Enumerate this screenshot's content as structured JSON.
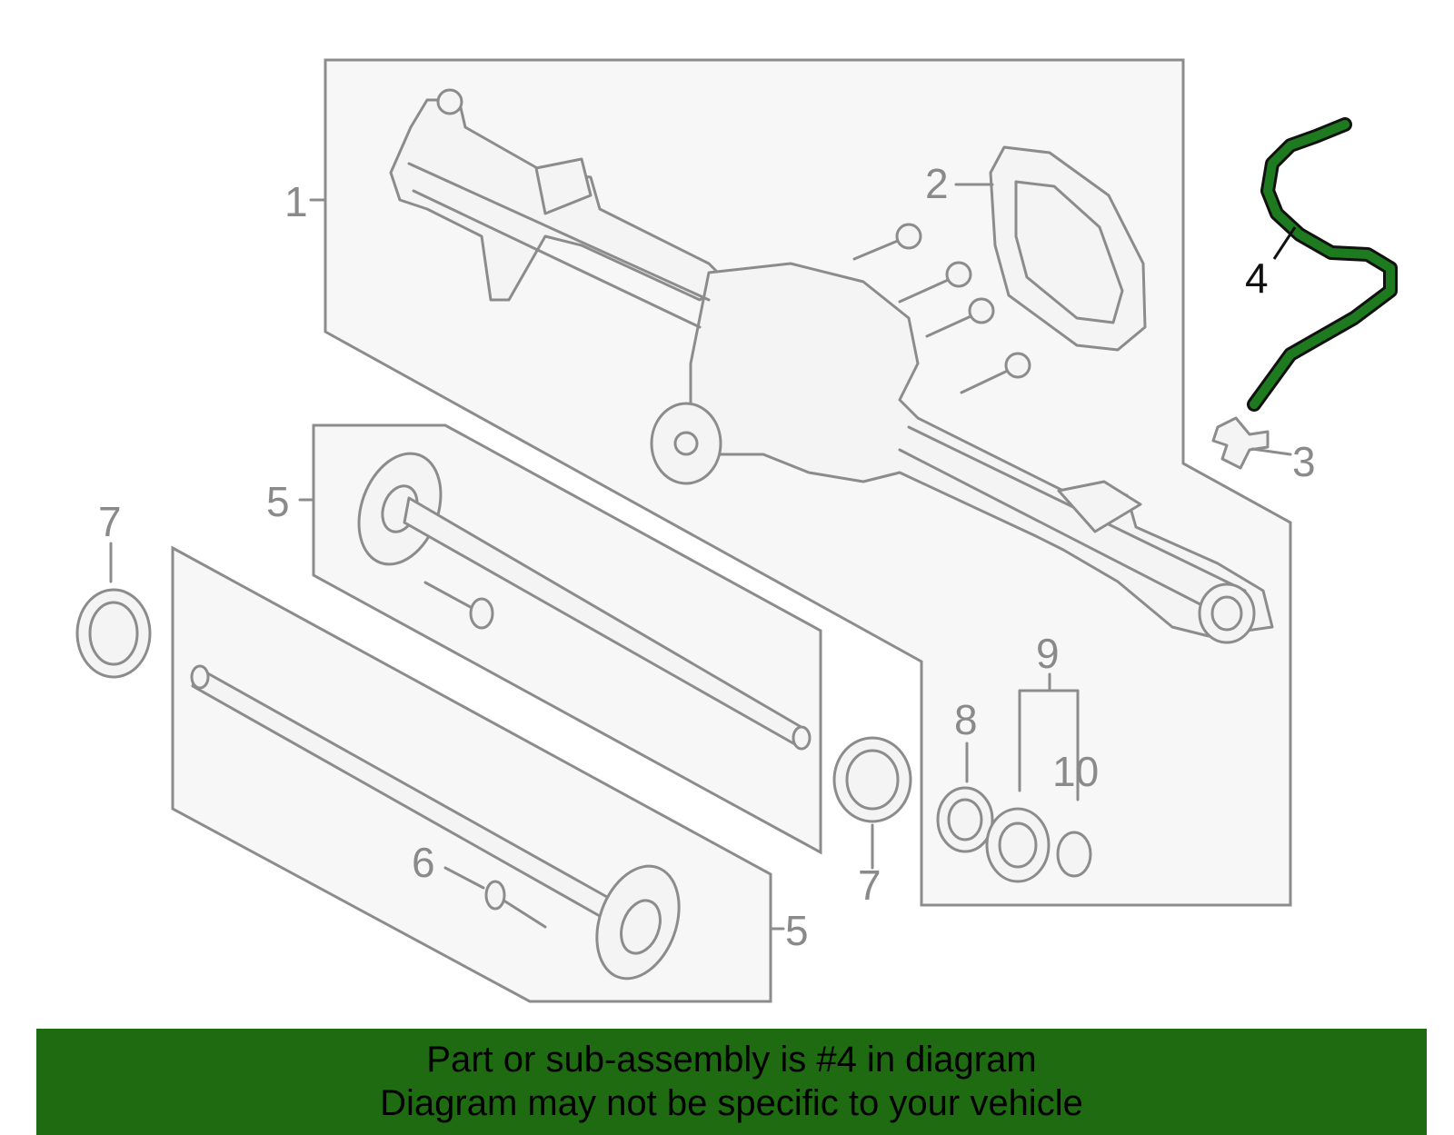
{
  "colors": {
    "highlight": "#1e7a1e",
    "banner": "#1e6b12",
    "outline": "#8c8c8c"
  },
  "callouts": {
    "c1": "1",
    "c2": "2",
    "c3": "3",
    "c4": "4",
    "c5a": "5",
    "c5b": "5",
    "c6": "6",
    "c7a": "7",
    "c7b": "7",
    "c8": "8",
    "c9": "9",
    "c10": "10"
  },
  "banner": {
    "line1": "Part or sub-assembly is #4 in diagram",
    "line2": "Diagram may not be specific to your vehicle"
  }
}
